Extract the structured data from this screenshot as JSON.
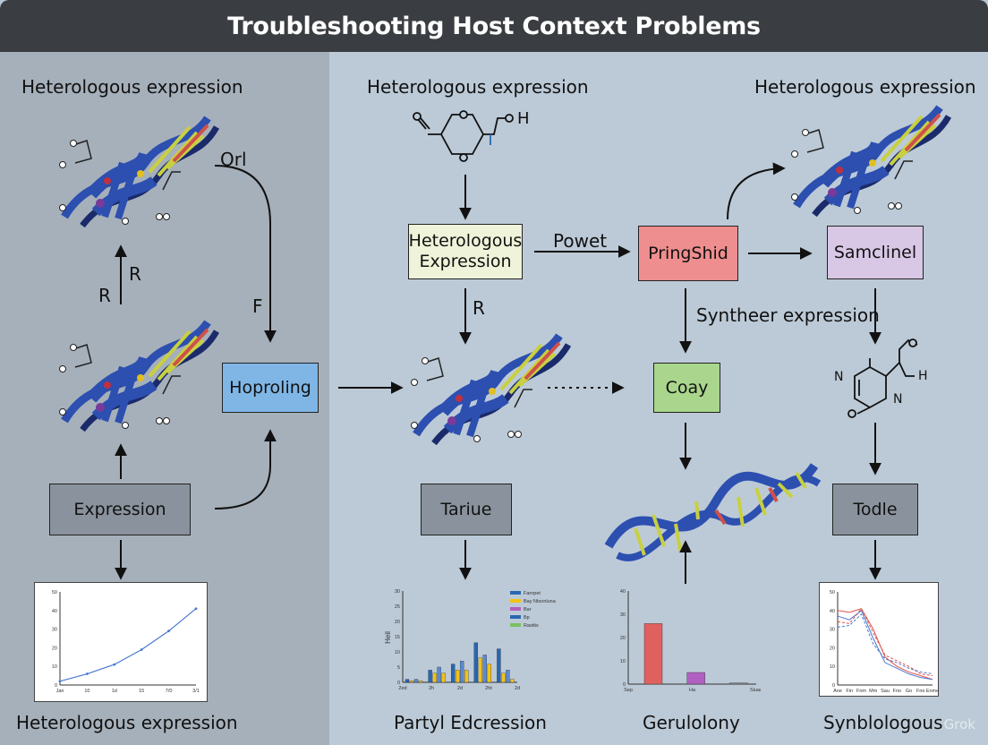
{
  "title": "Troubleshooting Host Context Problems",
  "left": {
    "top_label": "Heterologous expression",
    "arrow_label_r_side": "R",
    "arrow_label_r_top": "R",
    "curve_label_top": "Orl",
    "curve_label_f": "F",
    "expression_box": "Expression",
    "hoproling_box": "Hoproling",
    "bottom_label": "Heterologous expression"
  },
  "middle": {
    "top_label": "Heterologous expression",
    "molecule_h": "H",
    "box_line1": "Heterologous",
    "box_line2": "Expression",
    "arrow_label_r": "R",
    "arrow_label_powet": "Powet",
    "tariue_box": "Tariue",
    "bottom_label": "Partyl Edcression"
  },
  "center": {
    "pringshid_box": "PringShid",
    "arrow_label_synth": "Syntheer expression",
    "coay_box": "Coay",
    "bottom_label": "Gerulolony"
  },
  "right": {
    "top_label": "Heterologous expression",
    "samclinel_box": "Samclinel",
    "todle_box": "Todle",
    "mol_n1": "N",
    "mol_n2": "N",
    "mol_h": "H",
    "bottom_label": "Synblologous"
  },
  "watermark": "Grok",
  "colors": {
    "dna_blue": "#2c4fb0",
    "dna_dark": "#1a2a6a",
    "bar_blue": "#2a66b0",
    "bar_yellow": "#f2c21a",
    "bar_red": "#e06060",
    "bar_purple": "#b060c0",
    "line_red": "#e0504a",
    "line_blue": "#4a78d0"
  },
  "chart_data": [
    {
      "type": "line",
      "title": "",
      "xlabel": "",
      "ylabel": "",
      "x_ticks": [
        "Jan",
        "10",
        "1d",
        "15",
        "7/0",
        "3/1"
      ],
      "y_ticks": [
        "0",
        "10",
        "20",
        "30",
        "40",
        "50"
      ],
      "series": [
        {
          "x": [
            0,
            1,
            2,
            3,
            4,
            5
          ],
          "y": [
            2,
            6,
            11,
            19,
            29,
            41
          ]
        }
      ]
    },
    {
      "type": "bar",
      "title": "",
      "xlabel": "",
      "ylabel": "Heil",
      "ylim": [
        0,
        30
      ],
      "x_ticks": [
        "2ed",
        "2h",
        "2d",
        "2ht",
        "2d"
      ],
      "y_ticks": [
        "0",
        "5",
        "10",
        "15",
        "20",
        "25",
        "30"
      ],
      "legend_position": "top-right",
      "legend": [
        "Fanrpet",
        "Bay Ntsonluna",
        "Bar",
        "Bp",
        "Rasttis"
      ],
      "series": [
        {
          "values": [
            1,
            4,
            6,
            13,
            11
          ]
        },
        {
          "values": [
            0.5,
            3,
            4,
            8,
            3
          ]
        },
        {
          "values": [
            1,
            5,
            7,
            9,
            4
          ]
        },
        {
          "values": [
            0.5,
            3,
            4,
            6,
            1
          ]
        }
      ]
    },
    {
      "type": "bar",
      "title": "",
      "xlabel": "",
      "ylabel": "",
      "ylim": [
        0,
        40
      ],
      "x_ticks": [
        "Sep",
        "Ha",
        "Siuae"
      ],
      "y_ticks": [
        "0",
        "10",
        "20",
        "30",
        "40"
      ],
      "categories": [
        "Sep",
        "Ha",
        "Siuae"
      ],
      "values": [
        26,
        5,
        0.5
      ]
    },
    {
      "type": "line",
      "title": "",
      "xlabel": "",
      "ylabel": "",
      "x_ticks": [
        "Ane",
        "Fin",
        "Fnm",
        "Mm",
        "Sau",
        "Fno",
        "Go",
        "Fno",
        "Enme"
      ],
      "y_ticks": [
        "0",
        "10",
        "20",
        "30",
        "40",
        "50"
      ],
      "series": [
        {
          "y": [
            40,
            39,
            41,
            30,
            15,
            10,
            7,
            5,
            3
          ]
        },
        {
          "y": [
            37,
            35,
            40,
            25,
            12,
            9,
            6,
            4,
            3
          ]
        },
        {
          "y": [
            34,
            33,
            41,
            28,
            16,
            13,
            10,
            6,
            5
          ]
        },
        {
          "y": [
            31,
            32,
            38,
            22,
            14,
            12,
            9,
            7,
            6
          ]
        }
      ]
    }
  ]
}
